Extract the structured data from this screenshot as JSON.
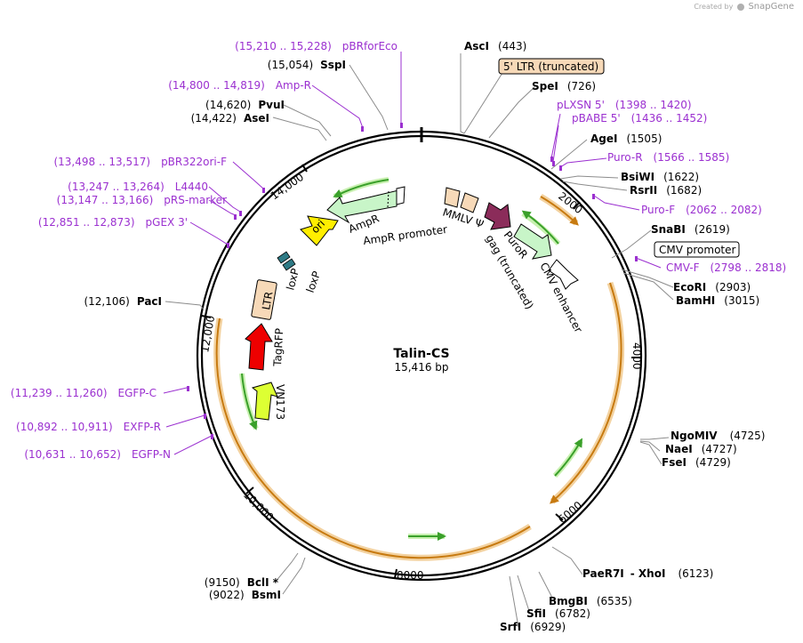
{
  "watermark": {
    "prefix": "Created by",
    "brand": "SnapGene"
  },
  "plasmid": {
    "name": "Talin-CS",
    "size_label": "15,416 bp"
  },
  "ticks": [
    "2000",
    "4000",
    "6000",
    "8000",
    "10,000",
    "12,000",
    "14,000"
  ],
  "enzymes_right": [
    {
      "name": "AscI",
      "pos": "(443)"
    },
    {
      "name": "SpeI",
      "pos": "(726)"
    },
    {
      "name": "AgeI",
      "pos": "(1505)"
    },
    {
      "name": "BsiWI",
      "pos": "(1622)"
    },
    {
      "name": "RsrII",
      "pos": "(1682)"
    },
    {
      "name": "SnaBI",
      "pos": "(2619)"
    },
    {
      "name": "EcoRI",
      "pos": "(2903)"
    },
    {
      "name": "BamHI",
      "pos": "(3015)"
    },
    {
      "name": "NgoMIV",
      "pos": "(4725)"
    },
    {
      "name": "NaeI",
      "pos": "(4727)"
    },
    {
      "name": "FseI",
      "pos": "(4729)"
    },
    {
      "name": "PaeR7I",
      "pos": "(6123)",
      "extra": "- XhoI"
    },
    {
      "name": "BmgBI",
      "pos": "(6535)"
    },
    {
      "name": "SfiI",
      "pos": "(6782)"
    },
    {
      "name": "SrfI",
      "pos": "(6929)"
    }
  ],
  "enzymes_left": [
    {
      "name": "SspI",
      "pos": "(15,054)"
    },
    {
      "name": "PvuI",
      "pos": "(14,620)"
    },
    {
      "name": "AseI",
      "pos": "(14,422)"
    },
    {
      "name": "PacI",
      "pos": "(12,106)"
    },
    {
      "name": "BclI *",
      "pos": "(9150)"
    },
    {
      "name": "BsmI",
      "pos": "(9022)"
    }
  ],
  "primers_right": [
    {
      "name": "pLXSN 5'",
      "range": "(1398 .. 1420)"
    },
    {
      "name": "pBABE 5'",
      "range": "(1436 .. 1452)"
    },
    {
      "name": "Puro-R",
      "range": "(1566 .. 1585)"
    },
    {
      "name": "Puro-F",
      "range": "(2062 .. 2082)"
    },
    {
      "name": "CMV-F",
      "range": "(2798 .. 2818)"
    }
  ],
  "primers_left": [
    {
      "name": "pBRforEco",
      "range": "(15,210 .. 15,228)"
    },
    {
      "name": "Amp-R",
      "range": "(14,800 .. 14,819)"
    },
    {
      "name": "pBR322ori-F",
      "range": "(13,498 .. 13,517)"
    },
    {
      "name": "L4440",
      "range": "(13,247 .. 13,264)"
    },
    {
      "name": "pRS-marker",
      "range": "(13,147 .. 13,166)"
    },
    {
      "name": "pGEX 3'",
      "range": "(12,851 .. 12,873)"
    },
    {
      "name": "EGFP-C",
      "range": "(11,239 .. 11,260)"
    },
    {
      "name": "EXFP-R",
      "range": "(10,892 .. 10,911)"
    },
    {
      "name": "EGFP-N",
      "range": "(10,631 .. 10,652)"
    }
  ],
  "boxed_labels": {
    "ltr_truncated": "5' LTR (truncated)",
    "cmv_promoter": "CMV promoter"
  },
  "features": {
    "mmlv_psi": "MMLV Ψ",
    "gag": "gag (truncated)",
    "puror": "PuroR",
    "cmv_enhancer": "CMV enhancer",
    "ampr": "AmpR",
    "ampr_promoter": "AmpR promoter",
    "ori": "ori",
    "loxp_1": "loxP",
    "loxp_2": "loxP",
    "ltr": "LTR",
    "tagrfp": "TagRFP",
    "vn173": "VN173"
  },
  "colors": {
    "primer": "#9b30d0",
    "orange_feature": "#e8a23a",
    "green_feature": "#3aa02a",
    "ampr_fill": "#c8f5c8",
    "ori_fill": "#ffee00",
    "puro_fill": "#8b2c5a",
    "tagrfp_fill": "#ee0000",
    "vn173_fill": "#ddff33",
    "ltr_fill": "#f7d9b8",
    "loxp_fill": "#2e7a85"
  }
}
